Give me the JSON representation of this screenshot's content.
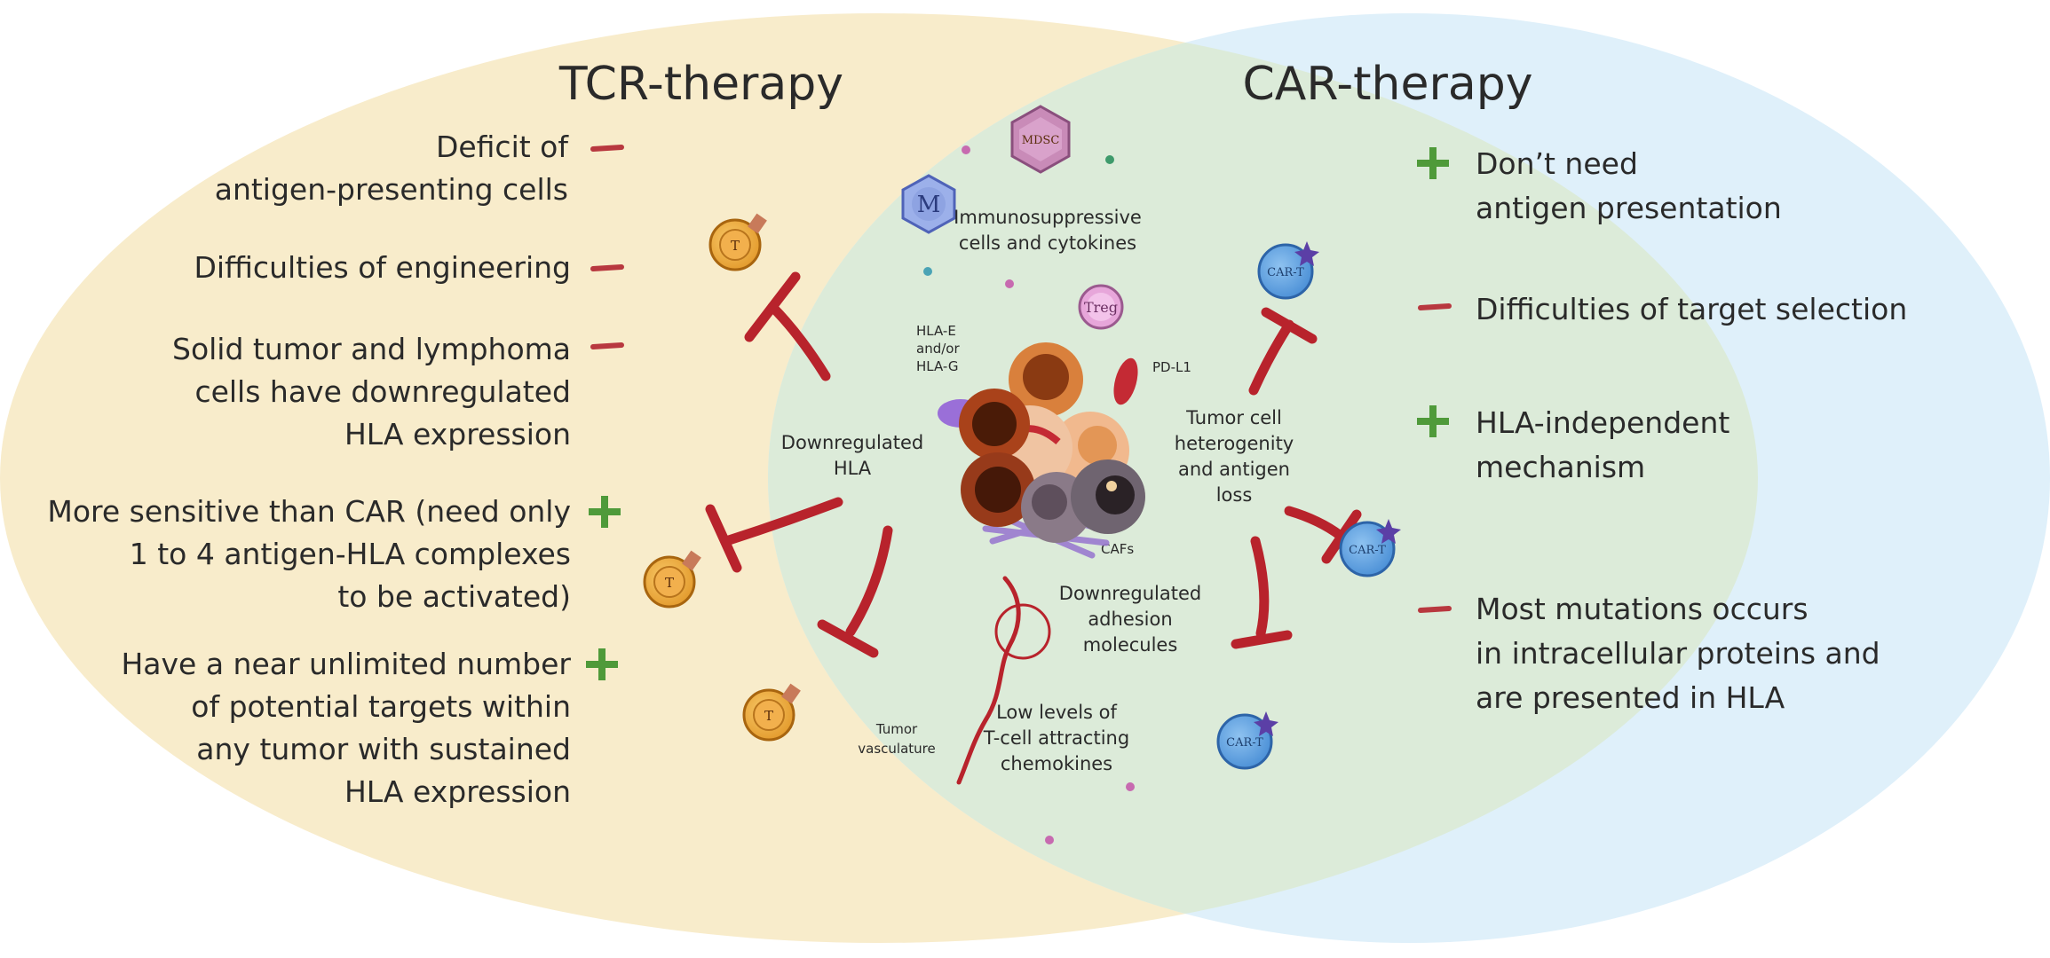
{
  "tcr": {
    "title": "TCR-therapy",
    "items": [
      {
        "lines": [
          "Deficit of",
          "antigen-presenting cells"
        ],
        "sign": "minus"
      },
      {
        "lines": [
          "Difficulties of engineering"
        ],
        "sign": "minus"
      },
      {
        "lines": [
          "Solid tumor and lymphoma",
          "cells have downregulated",
          "HLA expression"
        ],
        "sign": "minus"
      },
      {
        "lines": [
          "More sensitive than CAR (need only",
          "1 to 4  antigen-HLA complexes",
          "to be activated)"
        ],
        "sign": "plus"
      },
      {
        "lines": [
          "Have a near unlimited number",
          "of potential targets within",
          "any tumor with sustained",
          "HLA expression"
        ],
        "sign": "plus"
      }
    ]
  },
  "car": {
    "title": "CAR-therapy",
    "items": [
      {
        "lines": [
          "Don’t need",
          "antigen presentation"
        ],
        "sign": "plus"
      },
      {
        "lines": [
          "Difficulties of target selection"
        ],
        "sign": "minus"
      },
      {
        "lines": [
          "HLA-independent",
          "mechanism"
        ],
        "sign": "plus"
      },
      {
        "lines": [
          "Most mutations occurs",
          "in intracellular proteins and",
          "are presented in HLA"
        ],
        "sign": "minus"
      }
    ]
  },
  "center": {
    "immunosuppressive": [
      "Immunosuppressive",
      "cells and cytokines"
    ],
    "downregulated_hla": [
      "Downregulated",
      "HLA"
    ],
    "hla_eg": [
      "HLA-E",
      "and/or",
      "HLA-G"
    ],
    "pd_l1": "PD-L1",
    "tumor_heterogeneity": [
      "Tumor cell",
      "heterogenity",
      "and antigen",
      "loss"
    ],
    "cafs": "CAFs",
    "adhesion": [
      "Downregulated",
      "adhesion",
      "molecules"
    ],
    "vasculature": [
      "Tumor",
      "vasculature"
    ],
    "chemokines": [
      "Low levels of",
      "T-cell attracting",
      "chemokines"
    ]
  },
  "cells": {
    "mdsc": "MDSC",
    "macrophage": "M",
    "treg": "Treg",
    "t_cell": "T",
    "car_t": "CAR-T"
  },
  "colors": {
    "tcr_bg": "#f8eccb",
    "car_bg": "#dff0fa",
    "overlap_bg": "#dcebd9",
    "inhibition": "#b8232c",
    "plus": "#4f9a3a",
    "minus": "#b8383f"
  }
}
